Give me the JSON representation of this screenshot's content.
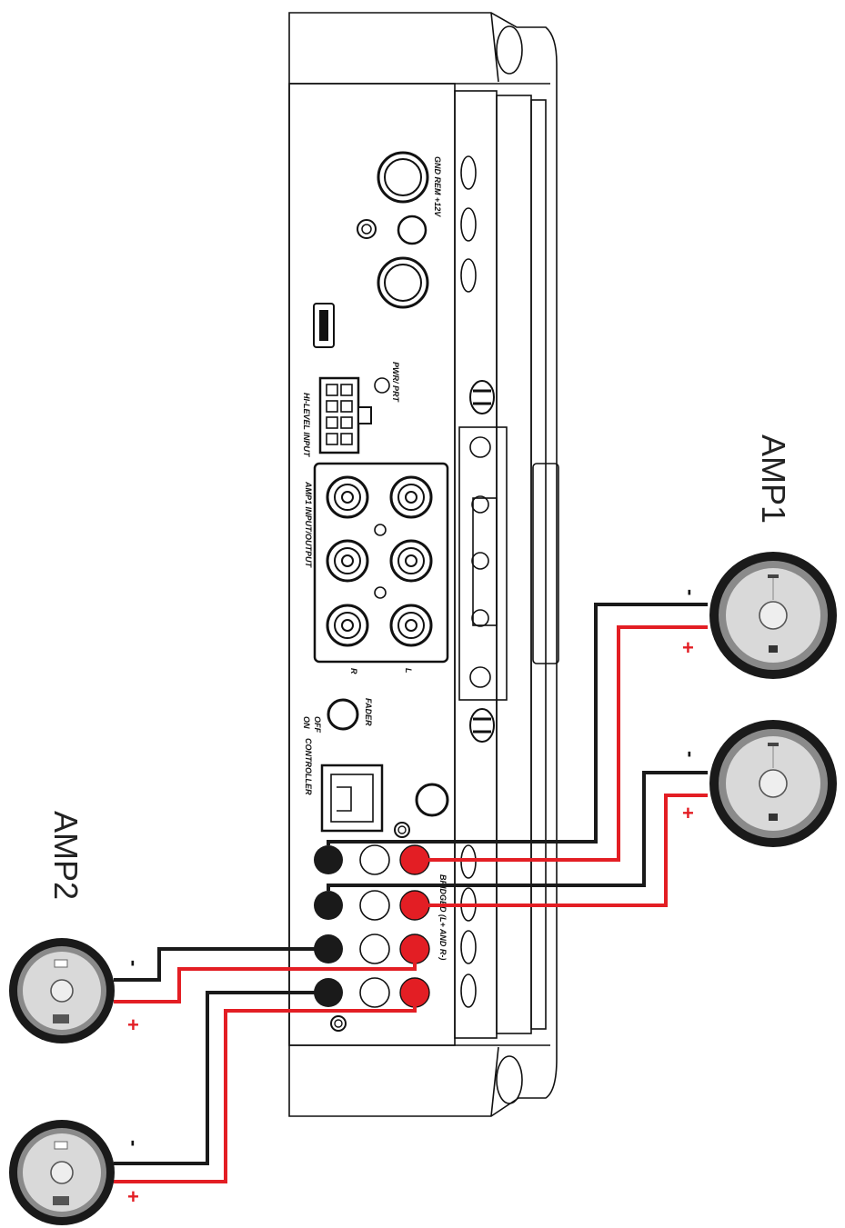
{
  "labels": {
    "amp1": "AMP1",
    "amp2": "AMP2"
  },
  "amplifier": {
    "power_terminals": "GND REM +12V",
    "protect_led": "PWR/ PRT",
    "hi_level_input": "HI-LEVEL INPUT",
    "rca_input": "AMP1 INPUT/OUTPUT",
    "rca_right": "R",
    "rca_left": "L",
    "fader": "FADER",
    "switch_off": "OFF",
    "switch_on": "ON",
    "controller": "CONTROLLER",
    "bridged": "BRIDGED (L+ AND R-)"
  },
  "polarity": {
    "negative": "-",
    "positive": "+"
  },
  "colors": {
    "positive_wire": "#e31e24",
    "negative_wire": "#1a1a1a"
  },
  "icons": [
    "amplifier-icon",
    "speaker-icon",
    "usb-port-icon",
    "rj45-port-icon",
    "rca-jack-icon",
    "speaker-terminal-icon"
  ]
}
